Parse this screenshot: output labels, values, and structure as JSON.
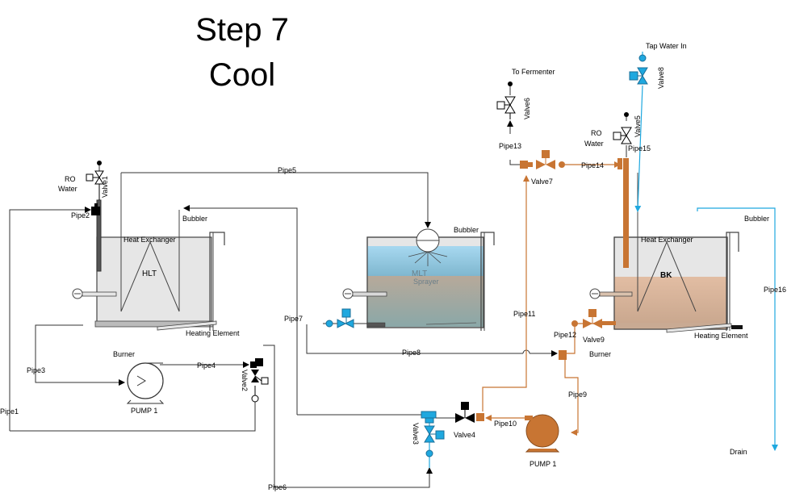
{
  "title": {
    "line1": "Step 7",
    "line2": "Cool"
  },
  "colors": {
    "copper": "#c87533",
    "blue": "#1fa8df",
    "black": "#000000",
    "grey_line": "#555555",
    "tank_fill": "#e6e6e6",
    "water": "#9fd4ef",
    "wort": "#d9b59a"
  },
  "labels": {
    "ro_water_hlt": "RO\nWater",
    "valve1": "Valve1",
    "pipe2": "Pipe2",
    "pipe5": "Pipe5",
    "bubbler_hlt": "Bubbler",
    "heat_exchanger_hlt": "Heat Exchanger",
    "hlt": "HLT",
    "heating_element_hlt": "Heating Element",
    "burner_hlt": "Burner",
    "pipe3": "Pipe3",
    "pipe4": "Pipe4",
    "valve2": "Valve2",
    "pump1_left": "PUMP 1",
    "pipe1": "Pipe1",
    "bubbler_mlt": "Bubbler",
    "mlt": "MLT",
    "sprayer": "Sprayer",
    "pipe7": "Pipe7",
    "pipe8": "Pipe8",
    "pipe6": "Pipe6",
    "valve3": "Valve3",
    "valve4": "Valve4",
    "pipe10": "Pipe10",
    "pump1_right": "PUMP 1",
    "pipe9": "Pipe9",
    "pipe11": "Pipe11",
    "to_fermenter": "To Fermenter",
    "valve6": "Valve6",
    "pipe13": "Pipe13",
    "valve7": "Valve7",
    "pipe14": "Pipe14",
    "ro_water_bk": "RO\nWater",
    "valve5": "Valve5",
    "pipe15": "Pipe15",
    "tap_water_in": "Tap Water In",
    "valve8": "Valve8",
    "bubbler_bk": "Bubbler",
    "heat_exchanger_bk": "Heat Exchanger",
    "bk": "BK",
    "pipe16": "Pipe16",
    "pipe12": "Pipe12",
    "valve9": "Valve9",
    "burner_bk": "Burner",
    "heating_element_bk": "Heating Element",
    "drain": "Drain"
  }
}
